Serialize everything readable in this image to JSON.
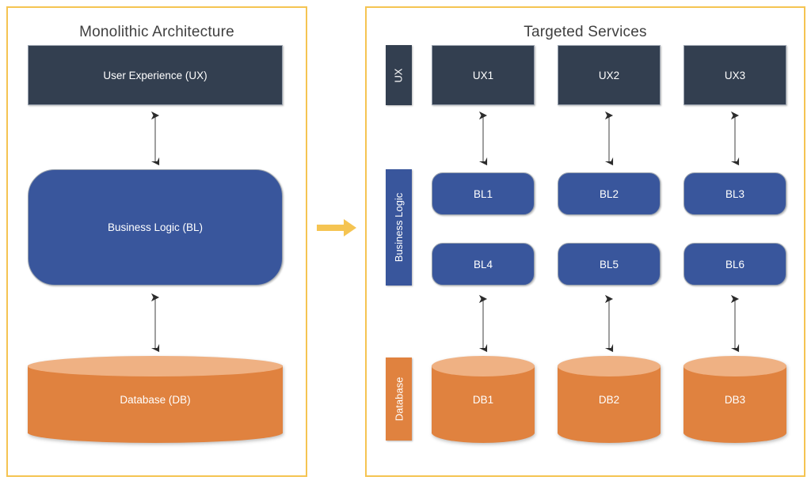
{
  "theme": {
    "panel_border": "#F5C452",
    "ux_color": "#333F50",
    "bl_color": "#39569C",
    "db_color": "#E0823F",
    "db_top_color": "#EFB183",
    "title_color": "#3F3F3F",
    "arrow_color": "#2B2B2B",
    "transition_arrow_color": "#F5C452"
  },
  "left_panel": {
    "title": "Monolithic Architecture",
    "ux_label": "User Experience (UX)",
    "bl_label": "Business Logic (BL)",
    "db_label": "Database (DB)"
  },
  "transition": {
    "icon": "arrow-right-icon"
  },
  "right_panel": {
    "title": "Targeted Services",
    "side_labels": [
      {
        "label": "UX",
        "layer": "ux"
      },
      {
        "label": "Business Logic",
        "layer": "bl"
      },
      {
        "label": "Database",
        "layer": "db"
      }
    ],
    "columns": [
      {
        "ux": "UX1",
        "bl_top": "BL1",
        "bl_bottom": "BL4",
        "db": "DB1"
      },
      {
        "ux": "UX2",
        "bl_top": "BL2",
        "bl_bottom": "BL5",
        "db": "DB2"
      },
      {
        "ux": "UX3",
        "bl_top": "BL3",
        "bl_bottom": "BL6",
        "db": "DB3"
      }
    ]
  }
}
